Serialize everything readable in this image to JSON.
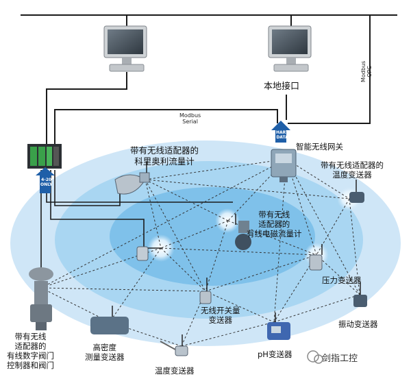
{
  "computers": {
    "left_label": "",
    "right_label": "本地接口"
  },
  "bus_labels": {
    "modbus_serial": "Modbus\nSerial",
    "modbus_opc": "Modbus\nOPC",
    "hart_data": "HART\nDATA",
    "signal_4_20": "4-20\nONLY"
  },
  "devices": {
    "gateway": "智能无线网关",
    "coriolis": "带有无线适配器的\n科里奥利流量计",
    "temp_top": "带有无线适配器的\n温度变送器",
    "mag_flow": "带有无线\n适配器的\n有线电磁流量计",
    "pressure": "压力变送器",
    "switch": "无线开关量\n变送器",
    "vibration": "振动变送器",
    "valve": "带有无线\n适配器的\n有线数字阀门\n控制器和阀门",
    "density": "高密度\n测量变送器",
    "temp_bottom": "温度变送器",
    "ph": "pH变送器"
  },
  "watermark": "剑指工控",
  "colors": {
    "ellipse_outer": "#cfe6f7",
    "ellipse_mid": "#9fd0f0",
    "ellipse_inner": "#78bde9",
    "bus_line": "#1a1a1a",
    "mesh_line": "#333333",
    "arrow_blue": "#1f5fa8",
    "plc_green": "#3aa04a"
  }
}
